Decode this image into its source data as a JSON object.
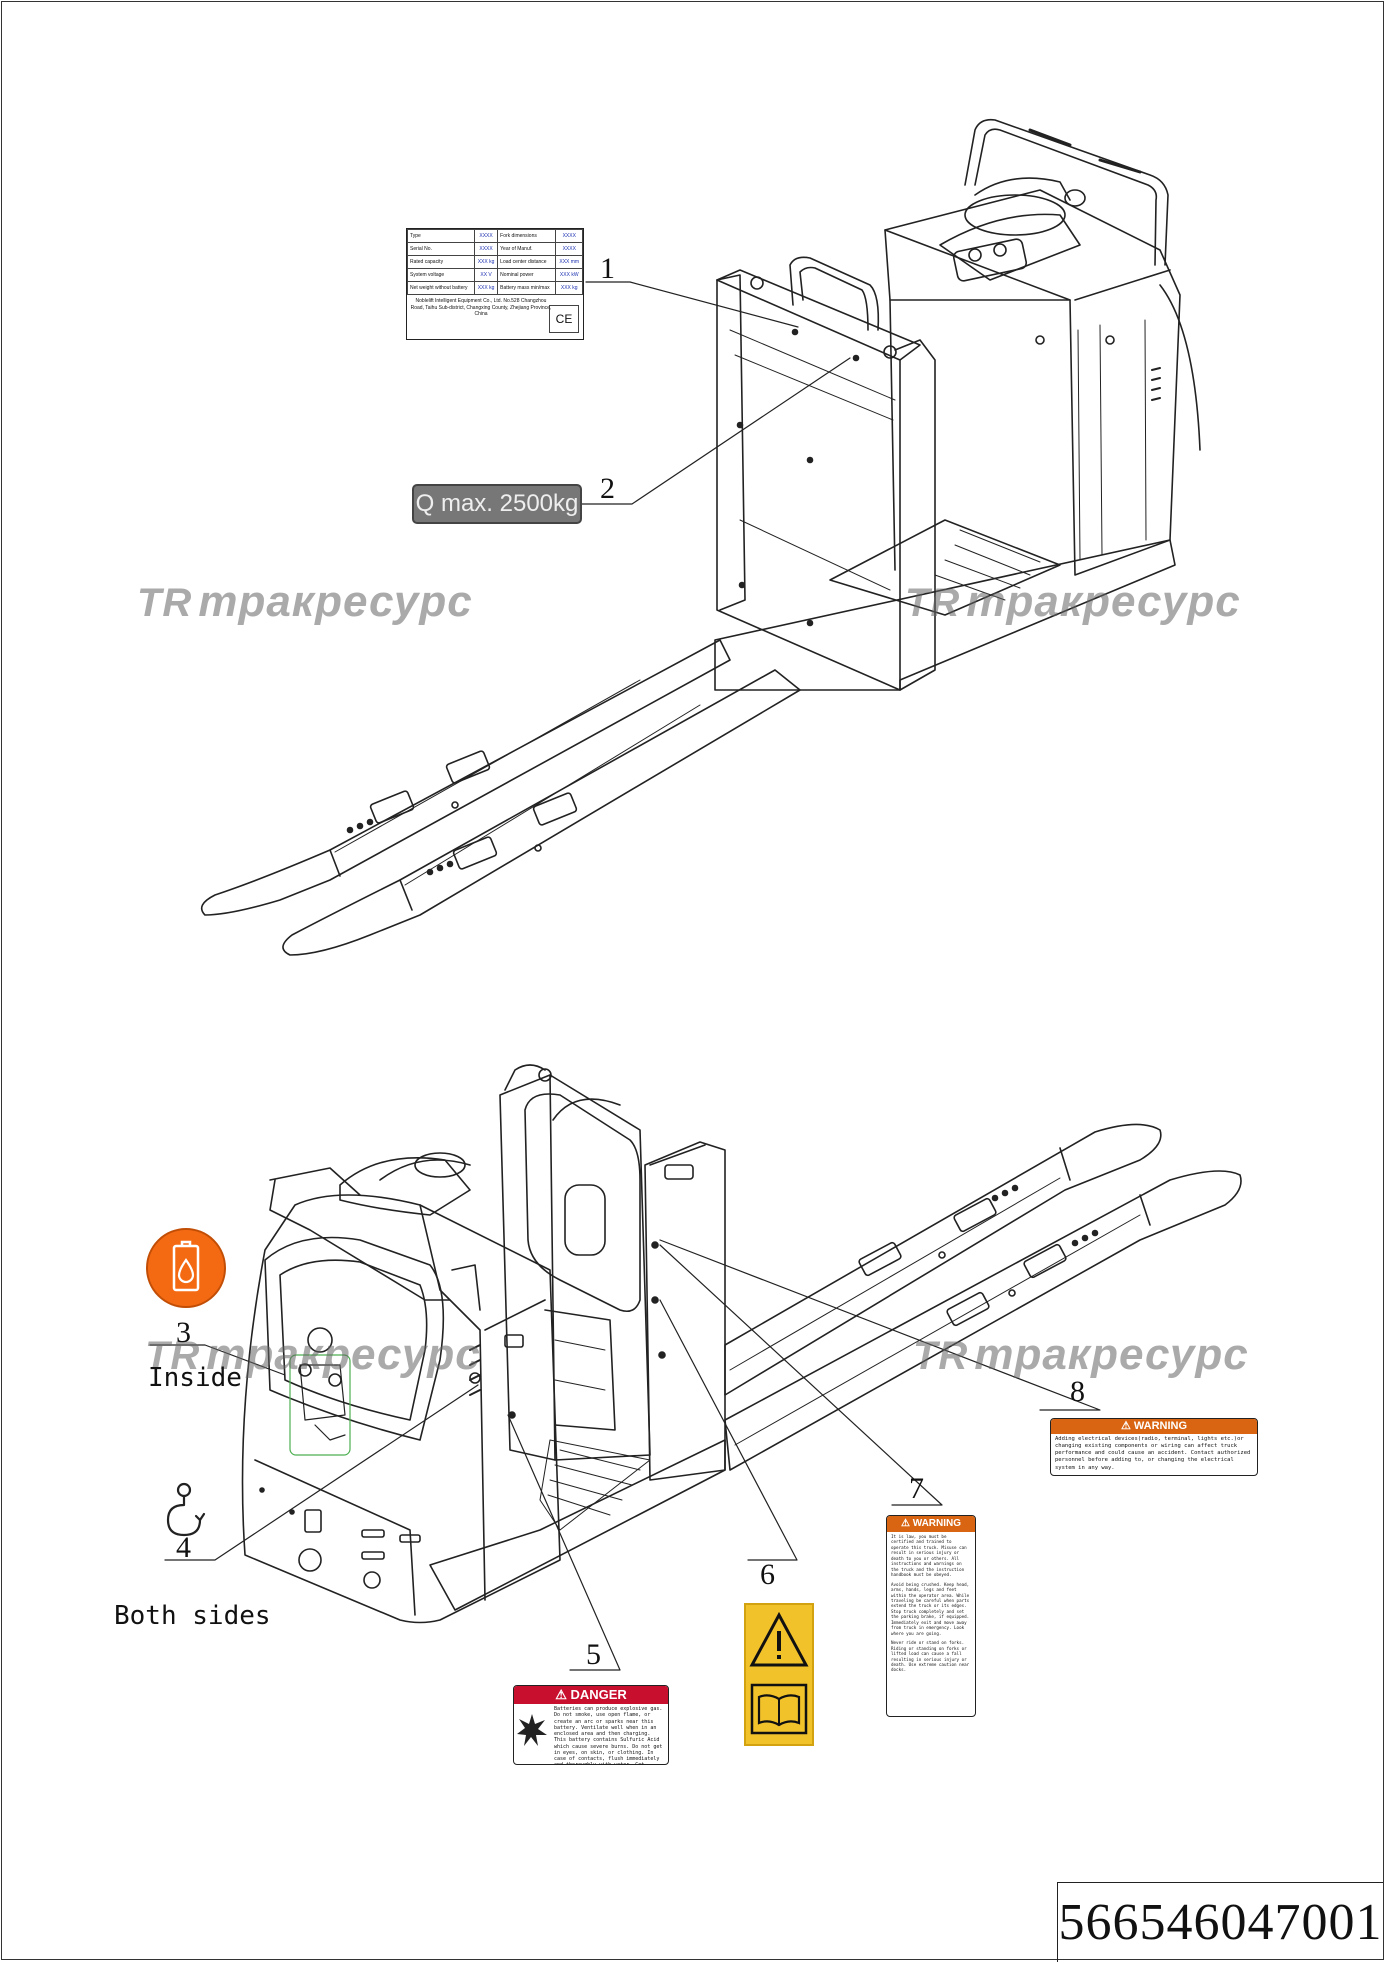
{
  "document_number": "566546047001",
  "watermark": {
    "logo_text": "TR",
    "text": "тракресурс"
  },
  "callouts": {
    "c1": "1",
    "c2": "2",
    "c3": "3",
    "c4": "4",
    "c5": "5",
    "c6": "6",
    "c7": "7",
    "c8": "8"
  },
  "notes": {
    "inside": "Inside",
    "both_sides": "Both sides"
  },
  "capacity_label": "Q max. 2500kg",
  "nameplate": {
    "rows": [
      [
        "Type",
        "XXXX",
        "Fork dimensions",
        "XXXX"
      ],
      [
        "Serial No.",
        "XXXX",
        "Year of Manuf.",
        "XXXX"
      ],
      [
        "Rated capacity",
        "XXX kg",
        "Load center distance",
        "XXX mm"
      ],
      [
        "System voltage",
        "XX V",
        "Nominal power",
        "XXX kW"
      ],
      [
        "Net weight without battery",
        "XXX kg",
        "Battery mass min/max",
        "XXX kg"
      ]
    ],
    "manufacturer": "Noblelift Intelligent Equipment Co., Ltd. No.528 Changzhou Road, Taihu Sub-district, Changxing County, Zhejiang Province, China",
    "mark": "CE"
  },
  "decals": {
    "danger": {
      "title": "DANGER",
      "text": "Batteries can produce explosive gas. Do not smoke, use open flame, or create an arc or sparks near this battery. Ventilate well when in an enclosed area and then charging. This battery contains Sulfuric Acid which cause severe burns. Do not get in eyes, on skin, or clothing. In case of contacts, flush immediately and thoroughly with water. Get medical attention if your eyes are affected."
    },
    "warning7": {
      "title": "WARNING",
      "p1": "It is law, you must be certified and trained to operate this truck. Misuse can result in serious injury or death to you or others. All instructions and warnings on the truck and the instruction handbook must be obeyed.",
      "p2": "Avoid being crushed. Keep head, arms, hands, legs and feet within the operator area. While traveling be careful when parts extend the truck or its edges. Stop truck completely and set the parking brake, if equipped. Immediately exit and move away from truck in emergency. Look where you are going.",
      "p3": "Never ride or stand on forks. Riding or standing on forks or lifted load can cause a fall resulting in serious injury or death. Use extreme caution near docks."
    },
    "warning8": {
      "title": "WARNING",
      "text": "Adding electrical devices(radio, terminal, lights etc.)or changing existing components or wiring can affect truck performance and could cause an accident. Contact authorized personnel before adding to, or changing the electrical system in any way."
    }
  },
  "colors": {
    "danger_red": "#c8102e",
    "warning_orange": "#d96512",
    "sign_yellow": "#f2c22b",
    "oil_orange": "#f46a13",
    "plate_blue": "#1a2fb0",
    "watermark_gray": "#646464"
  },
  "icons": [
    "oil-drop-icon",
    "lifting-hook-icon",
    "warning-triangle-icon",
    "manual-book-icon",
    "explosion-icon"
  ]
}
